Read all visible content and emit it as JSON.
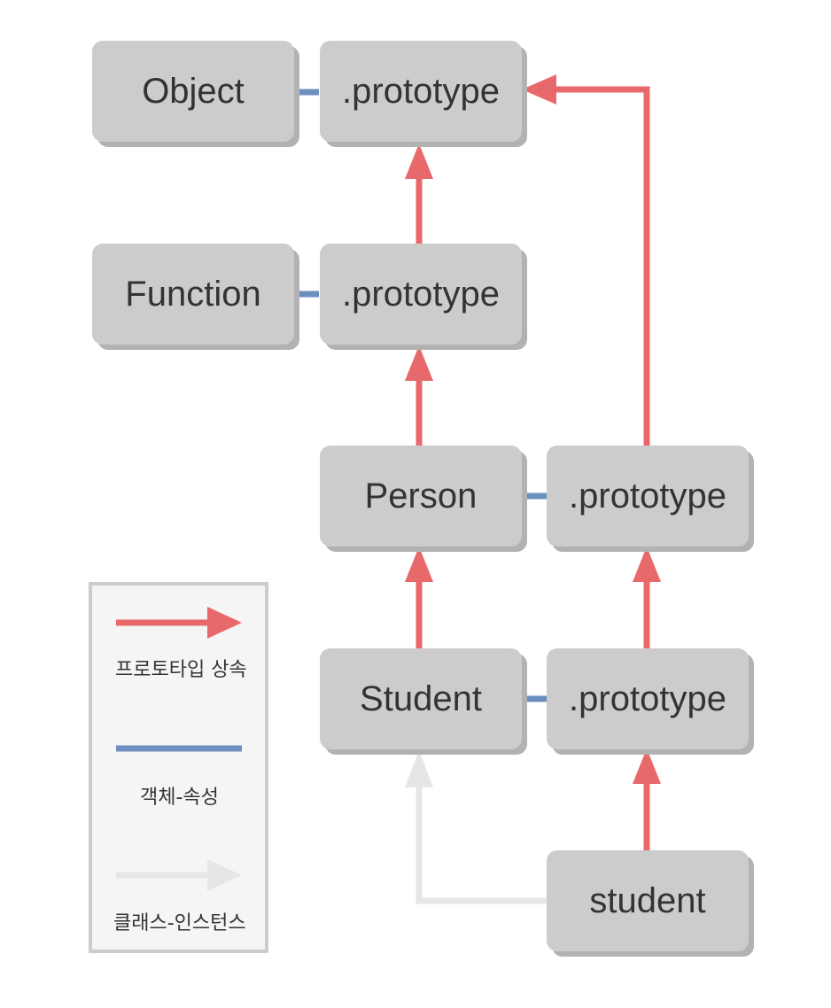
{
  "colors": {
    "inheritance": "#e8696b",
    "property": "#6d8fc0",
    "class_instance": "#e6e6e6",
    "node_fill": "#cccccc",
    "node_shadow": "#b2b2b2",
    "text": "#333333"
  },
  "nodes": {
    "object": "Object",
    "object_prototype": ".prototype",
    "function": "Function",
    "function_prototype": ".prototype",
    "person": "Person",
    "person_prototype": ".prototype",
    "student_class": "Student",
    "student_prototype": ".prototype",
    "student_instance": "student"
  },
  "legend": {
    "inheritance_label": "프로토타입 상속",
    "property_label": "객체-속성",
    "class_instance_label": "클래스-인스턴스"
  }
}
